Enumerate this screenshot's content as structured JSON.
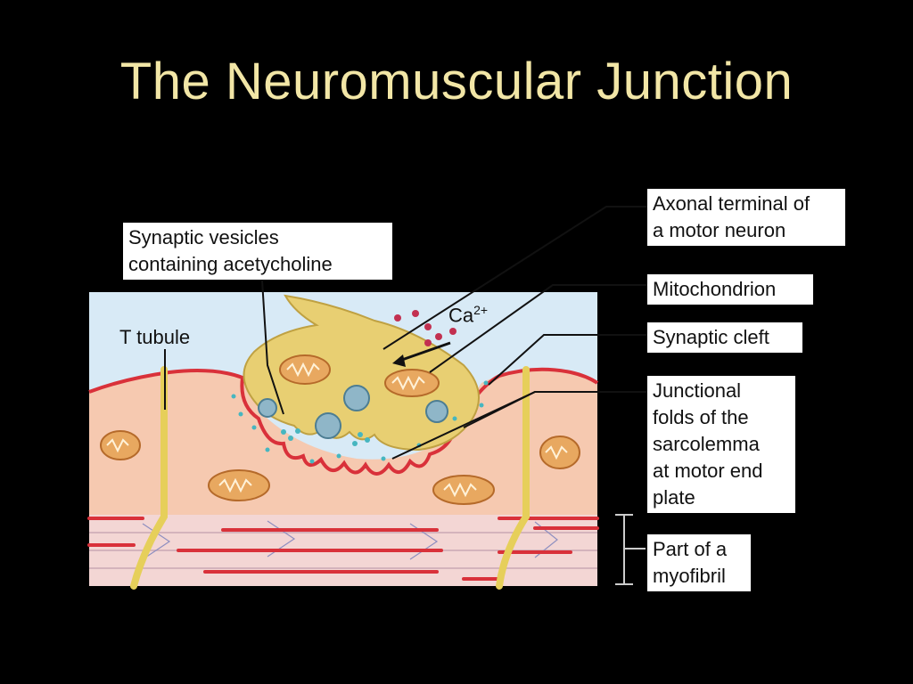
{
  "slide": {
    "title": "The Neuromuscular Junction"
  },
  "diagram": {
    "labels": {
      "axonal_terminal": [
        "Axonal terminal of",
        "a motor neuron"
      ],
      "synaptic_vesicles": [
        "Synaptic vesicles",
        "containing acetycholine"
      ],
      "mitochondrion": [
        "Mitochondrion"
      ],
      "synaptic_cleft": [
        "Synaptic cleft"
      ],
      "junctional_folds": [
        "Junctional",
        "folds of the",
        "sarcolemma",
        "at motor end",
        "plate"
      ],
      "myofibril": [
        "Part of a",
        "myofibril"
      ],
      "t_tubule": "T tubule",
      "ca_ion": "Ca",
      "ca_charge": "2+"
    },
    "colors": {
      "background": "#000000",
      "title": "#f2e6a6",
      "interstitial": "#d8eaf6",
      "muscle_fiber": "#f6c9b0",
      "sarcolemma": "#d9313a",
      "axon_terminal": "#e8cf72",
      "mitochondrion": "#e8a860",
      "vesicle": "#8fb6c8",
      "t_tubule": "#e6cf5a",
      "myofibril": "#f3d6d4",
      "acetylcholine": "#46b6c0"
    }
  }
}
